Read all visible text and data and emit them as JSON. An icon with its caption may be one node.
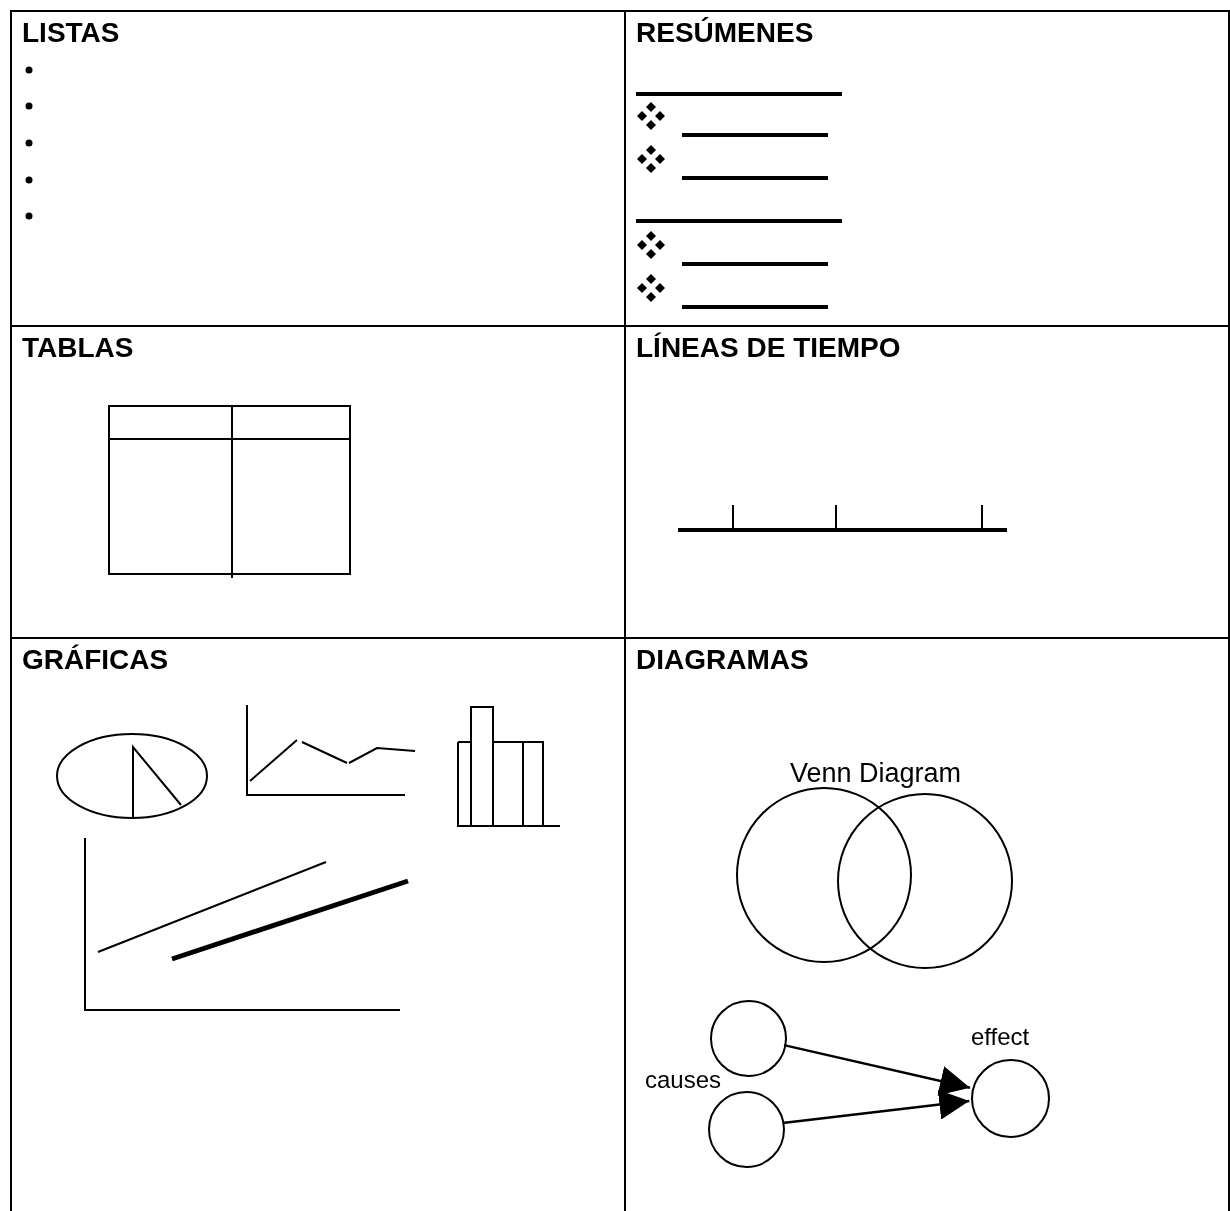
{
  "diagram": {
    "nodes": [
      {
        "text": [
          "LISTAS"
        ]
      },
      {
        "text": [
          "RESÚMENES"
        ]
      },
      {
        "text": [
          "TABLAS"
        ]
      },
      {
        "text": [
          "LÍNEAS DE TIEMPO"
        ]
      },
      {
        "text": [
          "GRÁFICAS"
        ]
      },
      {
        "text": [
          "DIAGRAMAS"
        ]
      },
      {
        "text": [],
        "shape": "circle",
        "in": 5
      },
      {
        "text": [],
        "shape": "circle",
        "in": 5
      },
      {
        "text": [],
        "shape": "circle",
        "in": 5,
        "beside": [
          "effect"
        ]
      }
    ],
    "edges": [
      {
        "from": 6,
        "to": 8,
        "arrow": "to"
      },
      {
        "from": 7,
        "to": 8,
        "arrow": "to"
      }
    ],
    "labels": [
      "Venn Diagram",
      "causes"
    ]
  }
}
